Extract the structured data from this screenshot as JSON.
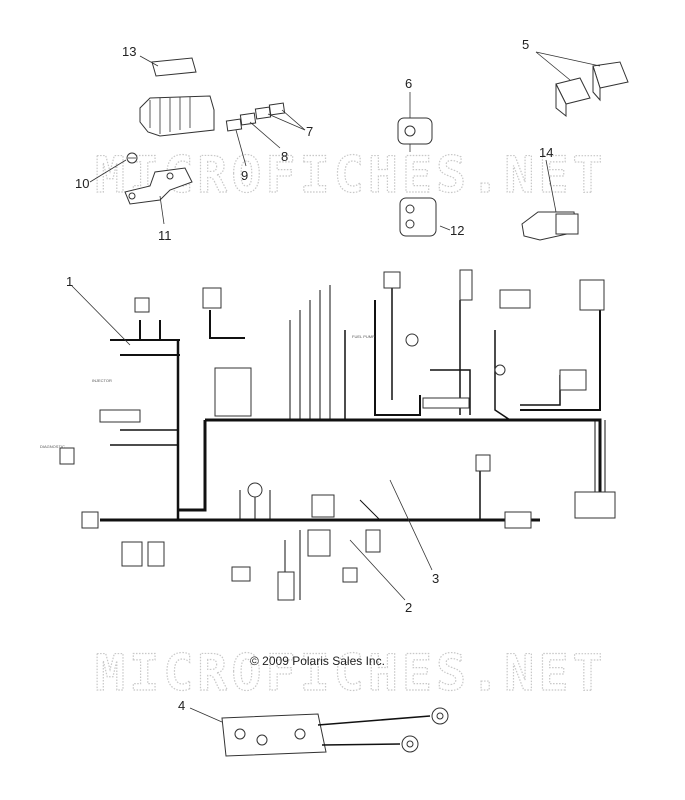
{
  "callouts": {
    "c1": "1",
    "c2": "2",
    "c3": "3",
    "c4": "4",
    "c5": "5",
    "c6": "6",
    "c7": "7",
    "c8": "8",
    "c9": "9",
    "c10": "10",
    "c11": "11",
    "c12": "12",
    "c13": "13",
    "c14": "14"
  },
  "watermark": "MICROFICHES.NET",
  "copyright": "© 2009 Polaris Sales Inc.",
  "labels": {
    "diagnostic": "DIAGNOSTIC",
    "injector": "INJECTOR",
    "fuel_pump": "FUEL PUMP"
  }
}
